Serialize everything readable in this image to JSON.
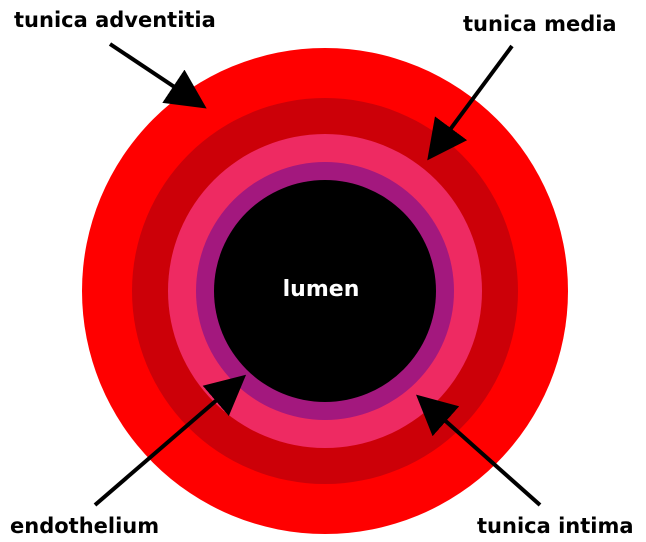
{
  "labels": {
    "tunica_adventitia": "tunica adventitia",
    "tunica_media": "tunica media",
    "endothelium": "endothelium",
    "tunica_intima": "tunica intima",
    "lumen": "lumen"
  },
  "colors": {
    "tunica_adventitia": "#ff0000",
    "tunica_media": "#cc0008",
    "tunica_intima": "#ee2a62",
    "endothelium": "#a3187e",
    "lumen": "#000000",
    "arrows": "#000000"
  }
}
